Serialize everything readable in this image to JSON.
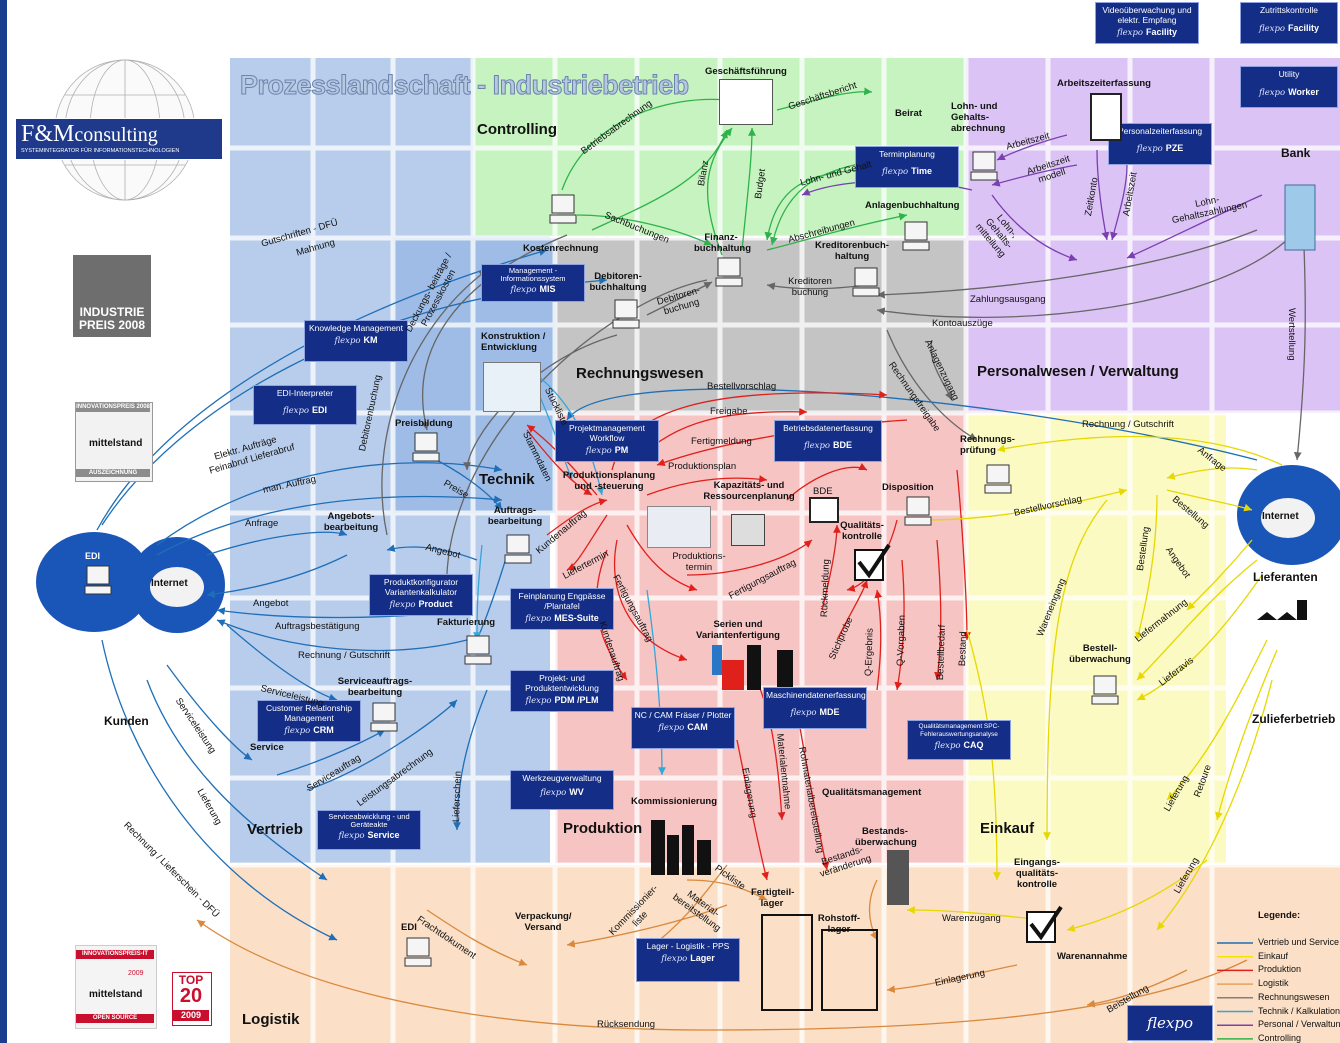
{
  "title": "Prozesslandschaft - Industriebetrieb",
  "company": {
    "name_fm": "F&M",
    "name_rest": "consulting",
    "tagline": "SYSTEMINTEGRATOR FÜR INFORMATIONSTECHNOLOGIEN"
  },
  "zones": {
    "controlling": "Controlling",
    "rechnungswesen": "Rechnungswesen",
    "personalwesen": "Personalwesen / Verwaltung",
    "technik": "Technik",
    "vertrieb": "Vertrieb",
    "produktion": "Produktion",
    "einkauf": "Einkauf",
    "logistik": "Logistik"
  },
  "external": {
    "bank": "Bank",
    "kunden": "Kunden",
    "lieferanten": "Lieferanten",
    "zulieferbetrieb": "Zulieferbetrieb",
    "internet_left": "Internet",
    "internet_right": "Internet",
    "edi": "EDI"
  },
  "top_modules": [
    {
      "name": "Videoüberwachung und elektr. Empfang",
      "product": "Facility"
    },
    {
      "name": "Zutrittskontrolle",
      "product": "Facility"
    },
    {
      "name": "Utility",
      "product": "Worker"
    }
  ],
  "brand": "flexpo",
  "modules": {
    "mis": {
      "name": "Management - Informationssystem",
      "product": "MIS"
    },
    "km": {
      "name": "Knowledge Management",
      "product": "KM"
    },
    "edi": {
      "name": "EDI-Interpreter",
      "product": "EDI"
    },
    "pm": {
      "name": "Projektmanagement Workflow",
      "product": "PM"
    },
    "bde": {
      "name": "Betriebsdatenerfassung",
      "product": "BDE"
    },
    "time": {
      "name": "Terminplanung",
      "product": "Time"
    },
    "pze": {
      "name": "Personalzeiterfassung",
      "product": "PZE"
    },
    "product": {
      "name": "Produktkonfigurator Variantenkalkulator",
      "product": "Product"
    },
    "mes": {
      "name": "Feinplanung Engpässe /Plantafel",
      "product": "MES-Suite"
    },
    "plm": {
      "name": "Projekt- und Produktentwicklung",
      "product": "PDM /PLM"
    },
    "crm": {
      "name": "Customer Relationship Management",
      "product": "CRM"
    },
    "cam": {
      "name": "NC / CAM Fräser / Plotter",
      "product": "CAM"
    },
    "mde": {
      "name": "Maschinendatenerfassung",
      "product": "MDE"
    },
    "caq": {
      "name": "Qualitätsmanagement SPC-Fehlerauswertungsanalyse",
      "product": "CAQ"
    },
    "wv": {
      "name": "Werkzeugverwaltung",
      "product": "WV"
    },
    "service": {
      "name": "Serviceabwicklung - und Geräteakte",
      "product": "Service"
    },
    "lager": {
      "name": "Lager - Logistik - PPS",
      "product": "Lager"
    }
  },
  "nodes": {
    "geschaeftsfuehrung": "Geschäftsführung",
    "beirat": "Beirat",
    "arbeitszeiterfassung": "Arbeitszeiterfassung",
    "lohn_gehalt": "Lohn- und Gehalts- abrechnung",
    "anlagenbuchhaltung": "Anlagenbuchhaltung",
    "kostenrechnung": "Kostenrechnung",
    "finanzbuchhaltung": "Finanz- buchhaltung",
    "kreditorenbuchhaltung": "Kreditorenbuch- haltung",
    "debitorenbuchhaltung": "Debitoren- buchhaltung",
    "konstruktion": "Konstruktion / Entwicklung",
    "preisbildung": "Preisbildung",
    "produktionsplanung": "Produktionsplanung und -steuerung",
    "kapazitaet": "Kapazitäts- und Ressourcenplanung",
    "disposition": "Disposition",
    "rechnungspruefung": "Rechnungs- prüfung",
    "angebotsbearbeitung": "Angebots- bearbeitung",
    "auftragsbearbeitung": "Auftrags- bearbeitung",
    "qualitaetskontrolle": "Qualitäts- kontrolle",
    "bde_node": "BDE",
    "produktionstermin": "Produktions- termin",
    "fakturierung": "Fakturierung",
    "serien": "Serien und Variantenfertigung",
    "bestellueberwachung": "Bestell- überwachung",
    "serviceauftrag_bearb": "Serviceauftrags- bearbeitung",
    "service": "Service",
    "kommissionierung": "Kommissionierung",
    "qualitaetsmanagement": "Qualitätsmanagement",
    "bestandsueberwachung": "Bestands- überwachung",
    "eingangskontrolle": "Eingangs- qualitäts- kontrolle",
    "verpackung": "Verpackung/ Versand",
    "fertigteillager": "Fertigteil- lager",
    "rohstofflager": "Rohstoff- lager",
    "warenannahme": "Warenannahme",
    "edi_logistik": "EDI"
  },
  "flows": {
    "betriebsabrechnung": "Betriebsabrechnung",
    "geschaeftsbericht": "Geschäftsbericht",
    "bilanz": "Bilanz",
    "budget": "Budget",
    "sachbuchungen": "Sachbuchungen",
    "lohn_gehalt": "Lohn- und Gehalt",
    "abschreibungen": "Abschreibungen",
    "arbeitszeit1": "Arbeitszeit",
    "arbeitszeitmodell": "Arbeitszeit modell",
    "zeitkonto": "Zeitkonto",
    "arbeitszeit2": "Arbeitszeit",
    "lohn_gehalt_mitteilung": "Lohn-, Gehalts- mitteilung",
    "lohn_gehaltszahlungen": "Lohn- Gehaltszahlungen",
    "kreditorenbuchung": "Kreditoren buchung",
    "debitorenbuchung": "Debitoren- buchung",
    "zahlungsausgang": "Zahlungsausgang",
    "kontoauszuege": "Kontoauszüge",
    "wertstellung": "Wertstellung",
    "gutschriften_dfue": "Gutschriften - DFÜ",
    "mahnung": "Mahnung",
    "deckungsbeitraege": "Deckungs- beiträge / Prozesskosten",
    "debitorenbuchung2": "Debitorenbuchung",
    "anlagenzugang": "Anlagenzugang",
    "rechnungsfreigabe": "Rechnungsfreigabe",
    "elektr_auftraege": "Elektr. Aufträge",
    "feinabruf": "Feinabruf Lieferabruf",
    "man_auftrag": "man. Auftrag",
    "anfrage_kunde": "Anfrage",
    "angebot_kunde": "Angebot",
    "auftragsbestaetigung": "Auftragsbestätigung",
    "rechnung_gutschrift_kunde": "Rechnung / Gutschrift",
    "serviceleistung1": "Serviceleistung",
    "serviceleistung2": "Serviceleistung",
    "serviceauftrag": "Serviceauftrag",
    "leistungsabrechnung": "Leistungsabrechnung",
    "lieferung_kunde": "Lieferung",
    "rechnung_lieferschein": "Rechnung / Lieferschein - DFÜ",
    "preise": "Preise",
    "angebot_intern": "Angebot",
    "stueckliste": "Stückliste",
    "stammdaten": "Stammdaten",
    "kundenauftrag1": "Kundenauftrag",
    "liefertermin": "Liefertermin",
    "bestellvorschlag1": "Bestellvorschlag",
    "freigabe": "Freigabe",
    "fertigmeldung": "Fertigmeldung",
    "produktionsplan": "Produktionsplan",
    "fertigungsauftrag1": "Fertigungsauftrag",
    "fertigungsauftrag2": "Fertigungsauftrag",
    "kundenauftrag2": "Kundenauftrag",
    "rueckmeldung": "Rückmeldung",
    "stichprobe": "Stichprobe",
    "q_ergebnis": "Q-Ergebnis",
    "q_vorgaben": "Q-Vorgaben",
    "bestellbedarf": "Bestellbedarf",
    "bestand": "Bestand",
    "rechnung_gutschrift_lief": "Rechnung / Gutschrift",
    "bestellvorschlag2": "Bestellvorschlag",
    "anfrage_lief": "Anfrage",
    "bestellung1": "Bestellung",
    "bestellung2": "Bestellung",
    "angebot_lief": "Angebot",
    "wareneingang": "Wareneingang",
    "liefermahnung": "Liefermahnung",
    "lieferavis": "Lieferavis",
    "lieferung_lief1": "Lieferung",
    "retoure": "Retoure",
    "lieferung_lief2": "Lieferung",
    "lieferschein": "Lieferschein",
    "einlagerung1": "Einlagerung",
    "materialentnahme": "Materialentnahme",
    "rohmaterialbereitstellung": "Rohmaterialbereitstellung",
    "bestandsveraenderung": "Bestands- veränderung",
    "pickliste": "Pickliste",
    "materialbereitstellung": "Material- bereitstellung",
    "kommissionierliste": "Kommissionier- liste",
    "frachtdokument": "Frachtdokument",
    "warenzugang": "Warenzugang",
    "einlagerung2": "Einlagerung",
    "beistellung": "Beistellung",
    "ruecksendung": "Rücksendung"
  },
  "awards": {
    "industriepreis": "INDUSTRIE PREIS 2008",
    "innovationspreis_2008": "INNOVATIONSPREIS 2008",
    "mittelstand_2008": "mittelstand",
    "auszeichnung": "AUSZEICHNUNG",
    "innovationspreis_it": "INNOVATIONSPREIS-IT",
    "year_2009": "2009",
    "mittelstand_2009": "mittelstand",
    "open_source": "OPEN SOURCE",
    "top20_top": "TOP",
    "top20_num": "20",
    "top20_year": "2009"
  },
  "legend": {
    "title": "Legende:",
    "items": [
      {
        "label": "Vertrieb und Service",
        "color": "#1f6fb8"
      },
      {
        "label": "Einkauf",
        "color": "#f2e600"
      },
      {
        "label": "Produktion",
        "color": "#e0201b"
      },
      {
        "label": "Logistik",
        "color": "#e8a35a"
      },
      {
        "label": "Rechnungswesen",
        "color": "#808080"
      },
      {
        "label": "Technik / Kalkulation",
        "color": "#35a6d8"
      },
      {
        "label": "Personal / Verwaltung",
        "color": "#7a3fb0"
      },
      {
        "label": "Controlling",
        "color": "#2fb24a"
      }
    ]
  },
  "colors": {
    "blue_zone": "#b8cdec",
    "green_zone": "#c6f3c0",
    "grey_zone": "#c4c4c4",
    "purple_zone": "#dcc3f5",
    "red_zone": "#f7c4c4",
    "yellow_zone": "#fbfac2",
    "orange_zone": "#fbdfc6",
    "module": "#142d86"
  }
}
